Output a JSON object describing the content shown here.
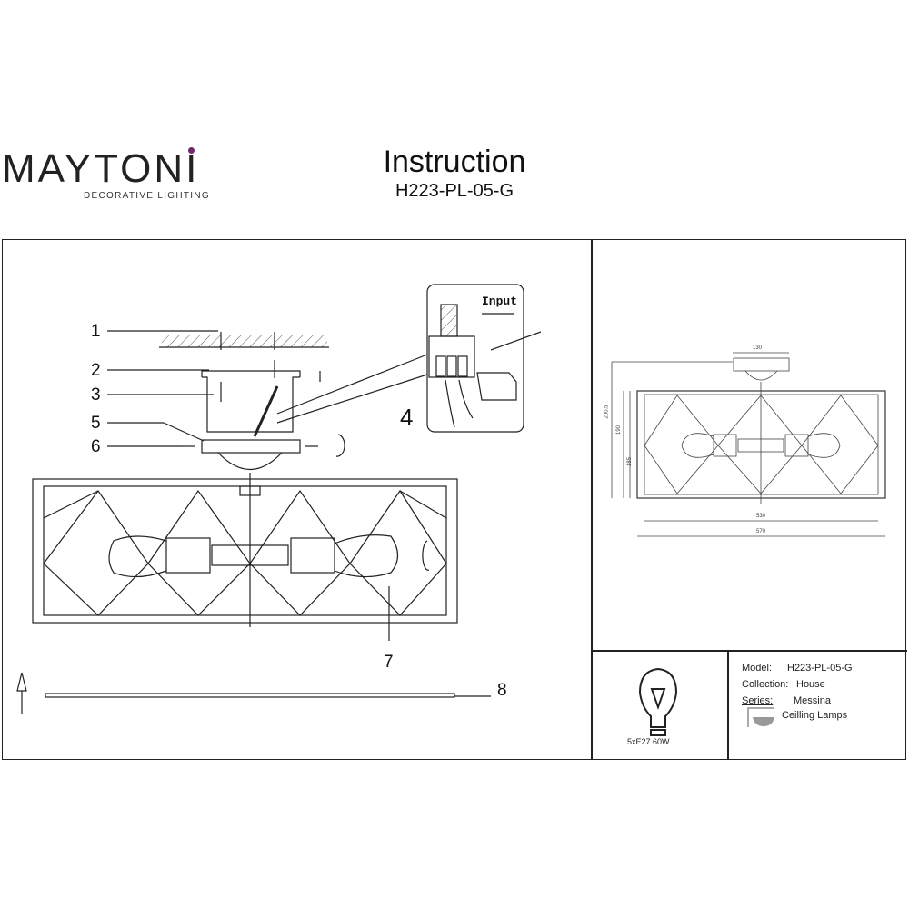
{
  "header": {
    "brand": "MAYTONI",
    "brand_tagline": "DECORATIVE LIGHTING",
    "title": "Instruction",
    "model_code": "H223-PL-05-G"
  },
  "assembly": {
    "callouts": [
      "1",
      "2",
      "3",
      "4",
      "5",
      "6",
      "7",
      "8"
    ],
    "wiring_label": "Input"
  },
  "dimensions": {
    "canopy_width": "130",
    "total_height": "200.5",
    "shade_height_outer": "190",
    "shade_height_inner": "185",
    "shade_width_inner": "530",
    "shade_width_outer": "570"
  },
  "bulb": {
    "icon": "light-bulb-icon",
    "spec": "5xE27 60W"
  },
  "specs": {
    "model_label": "Model:",
    "model_value": "H223-PL-05-G",
    "collection_label": "Collection:",
    "collection_value": "House",
    "series_label": "Series:",
    "series_value": "Messina",
    "type_icon": "ceiling-lamp-icon",
    "type_value": "Ceilling Lamps"
  }
}
